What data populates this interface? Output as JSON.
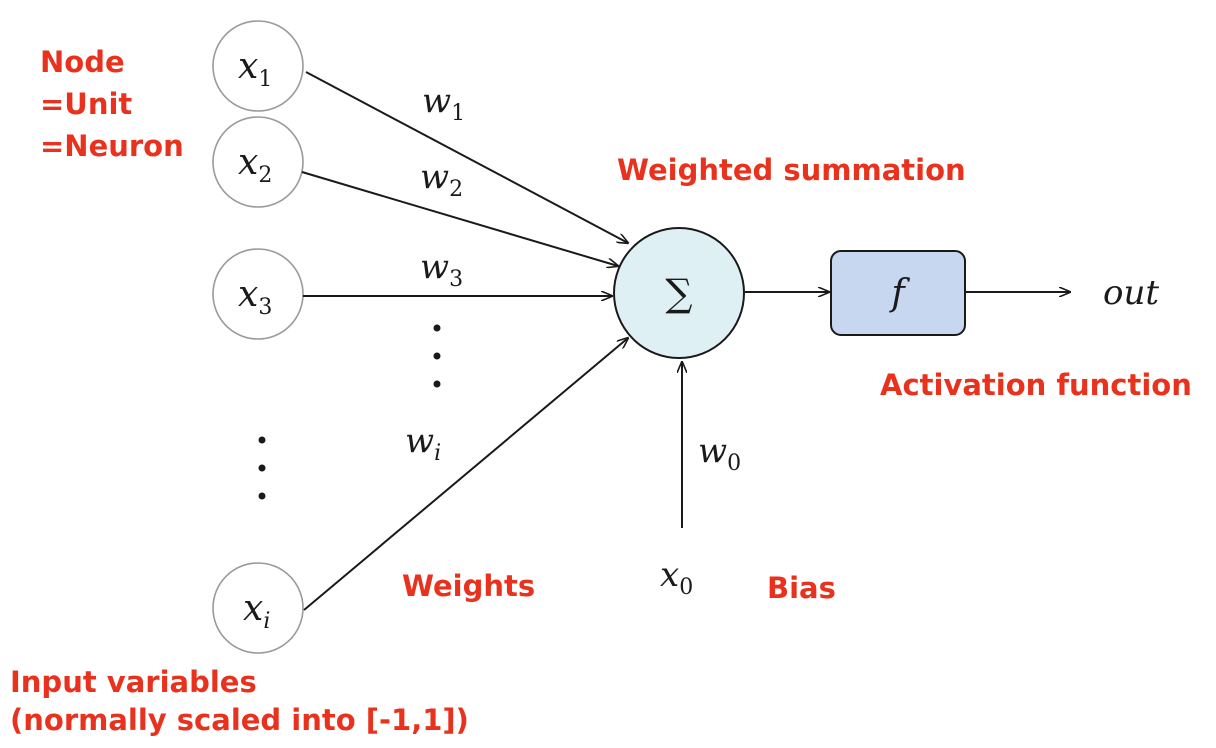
{
  "labels": {
    "node": "Node",
    "unit": "=Unit",
    "neuron": "=Neuron",
    "weighted_summation": "Weighted summation",
    "activation_function": "Activation function",
    "weights": "Weights",
    "bias": "Bias",
    "input_variables": "Input variables",
    "input_scaling": "(normally scaled into [-1,1])"
  },
  "inputs": [
    {
      "var": "x",
      "sub": "1"
    },
    {
      "var": "x",
      "sub": "2"
    },
    {
      "var": "x",
      "sub": "3"
    },
    {
      "var": "x",
      "sub": "i"
    }
  ],
  "weights": [
    {
      "var": "w",
      "sub": "1"
    },
    {
      "var": "w",
      "sub": "2"
    },
    {
      "var": "w",
      "sub": "3"
    },
    {
      "var": "w",
      "sub": "i"
    }
  ],
  "bias_weight": {
    "var": "w",
    "sub": "0"
  },
  "bias_input": {
    "var": "x",
    "sub": "0"
  },
  "summation_symbol": "∑",
  "activation_symbol": "f",
  "output_label": "out",
  "colors": {
    "label_red": "#e8321e",
    "summation_fill": "#dff0f4",
    "activation_fill": "#c7d7ef"
  }
}
